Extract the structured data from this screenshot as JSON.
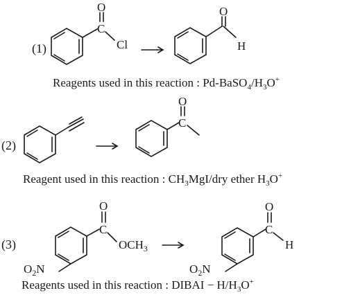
{
  "reactions": [
    {
      "number": "(1)",
      "reactant": {
        "acyl_oxygen": "O",
        "acyl_carbon": "C",
        "leaving_group": "Cl"
      },
      "product": {
        "carbonyl_oxygen": "O",
        "aldehyde_h": "H"
      },
      "reagent_prefix": "Reagents used in this reaction : Pd-BaSO",
      "reagent_sub1": "4",
      "reagent_mid": "/H",
      "reagent_sub2": "3",
      "reagent_o": "O",
      "reagent_sup": "+"
    },
    {
      "number": "(2)",
      "product": {
        "carbonyl_oxygen": "O",
        "carbonyl_carbon": "C"
      },
      "reagent_prefix": "Reagent used in this reaction : CH",
      "reagent_sub1": "3",
      "reagent_mid": "MgI/dry ether H",
      "reagent_sub2": "3",
      "reagent_o": "O",
      "reagent_sup": "+"
    },
    {
      "number": "(3)",
      "reactant": {
        "carbonyl_oxygen": "O",
        "carbonyl_carbon": "C",
        "ester_group": "OCH",
        "ester_sub": "3",
        "nitro": "O",
        "nitro_sub": "2",
        "nitro_n": "N"
      },
      "product": {
        "carbonyl_oxygen": "O",
        "carbonyl_carbon": "C",
        "aldehyde_h": "H",
        "nitro": "O",
        "nitro_sub": "2",
        "nitro_n": "N"
      },
      "reagent_prefix": "Reagents used in this reaction : DIBAI − H/H",
      "reagent_sub2": "3",
      "reagent_o": "O",
      "reagent_sup": "+"
    }
  ]
}
